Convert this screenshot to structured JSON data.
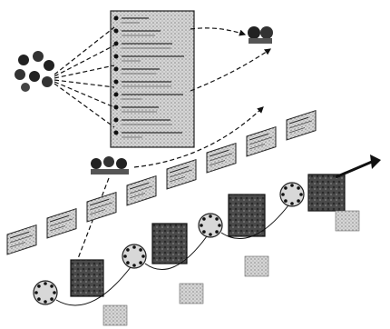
{
  "diagram": {
    "panel_lines": 10,
    "nodes": {
      "collection_icon": "person-group",
      "target_icon": "person-pair",
      "mid_group_icon": "person-triple",
      "cluster_icon": "circle-of-dots",
      "direction_icon": "arrow"
    },
    "slide_row_labels": [
      "",
      "",
      "",
      "",
      "",
      "",
      "",
      ""
    ],
    "colors": {
      "panel_fill": "#cfcfcf",
      "panel_border": "#222222",
      "ink": "#111111",
      "photo_dark": "#3a3a3a",
      "texture": "#b8b8b8"
    }
  }
}
